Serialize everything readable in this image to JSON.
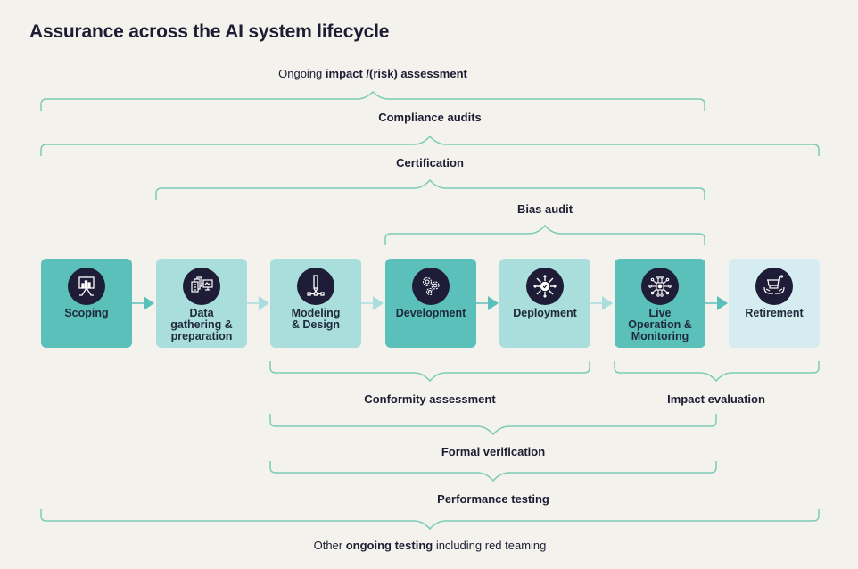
{
  "title": "Assurance across the AI system lifecycle",
  "colors": {
    "background": "#f4f2ed",
    "bracket": "#7ccbb6",
    "step_dark": "#5bbfba",
    "step_mid": "#a9dedd",
    "step_light": "#d5ecf0",
    "icon_circle": "#1e1c36",
    "text": "#1d1c33"
  },
  "top_labels": {
    "impact_risk": {
      "prefix": "Ongoing ",
      "bold": "impact /(risk) assessment"
    },
    "compliance": "Compliance audits",
    "certification": "Certification",
    "bias": "Bias audit"
  },
  "steps": [
    {
      "name": "Scoping",
      "icon": "presentation-chart-icon",
      "shade": "dark"
    },
    {
      "name": "Data\ngathering &\npreparation",
      "icon": "data-documents-monitor-icon",
      "shade": "mid"
    },
    {
      "name": "Modeling\n& Design",
      "icon": "pencil-nodes-icon",
      "shade": "mid"
    },
    {
      "name": "Development",
      "icon": "gears-icon",
      "shade": "dark"
    },
    {
      "name": "Deployment",
      "icon": "checkmark-arrows-icon",
      "shade": "mid"
    },
    {
      "name": "Live\nOperation &\nMonitoring",
      "icon": "circuit-chip-icon",
      "shade": "dark"
    },
    {
      "name": "Retirement",
      "icon": "cart-hands-icon",
      "shade": "light"
    }
  ],
  "bottom_labels": {
    "conformity": "Conformity assessment",
    "impact_eval": "Impact evaluation",
    "formal": "Formal verification",
    "performance": "Performance testing",
    "other": {
      "prefix": "Other ",
      "bold": "ongoing testing",
      "suffix": " including red teaming"
    }
  }
}
